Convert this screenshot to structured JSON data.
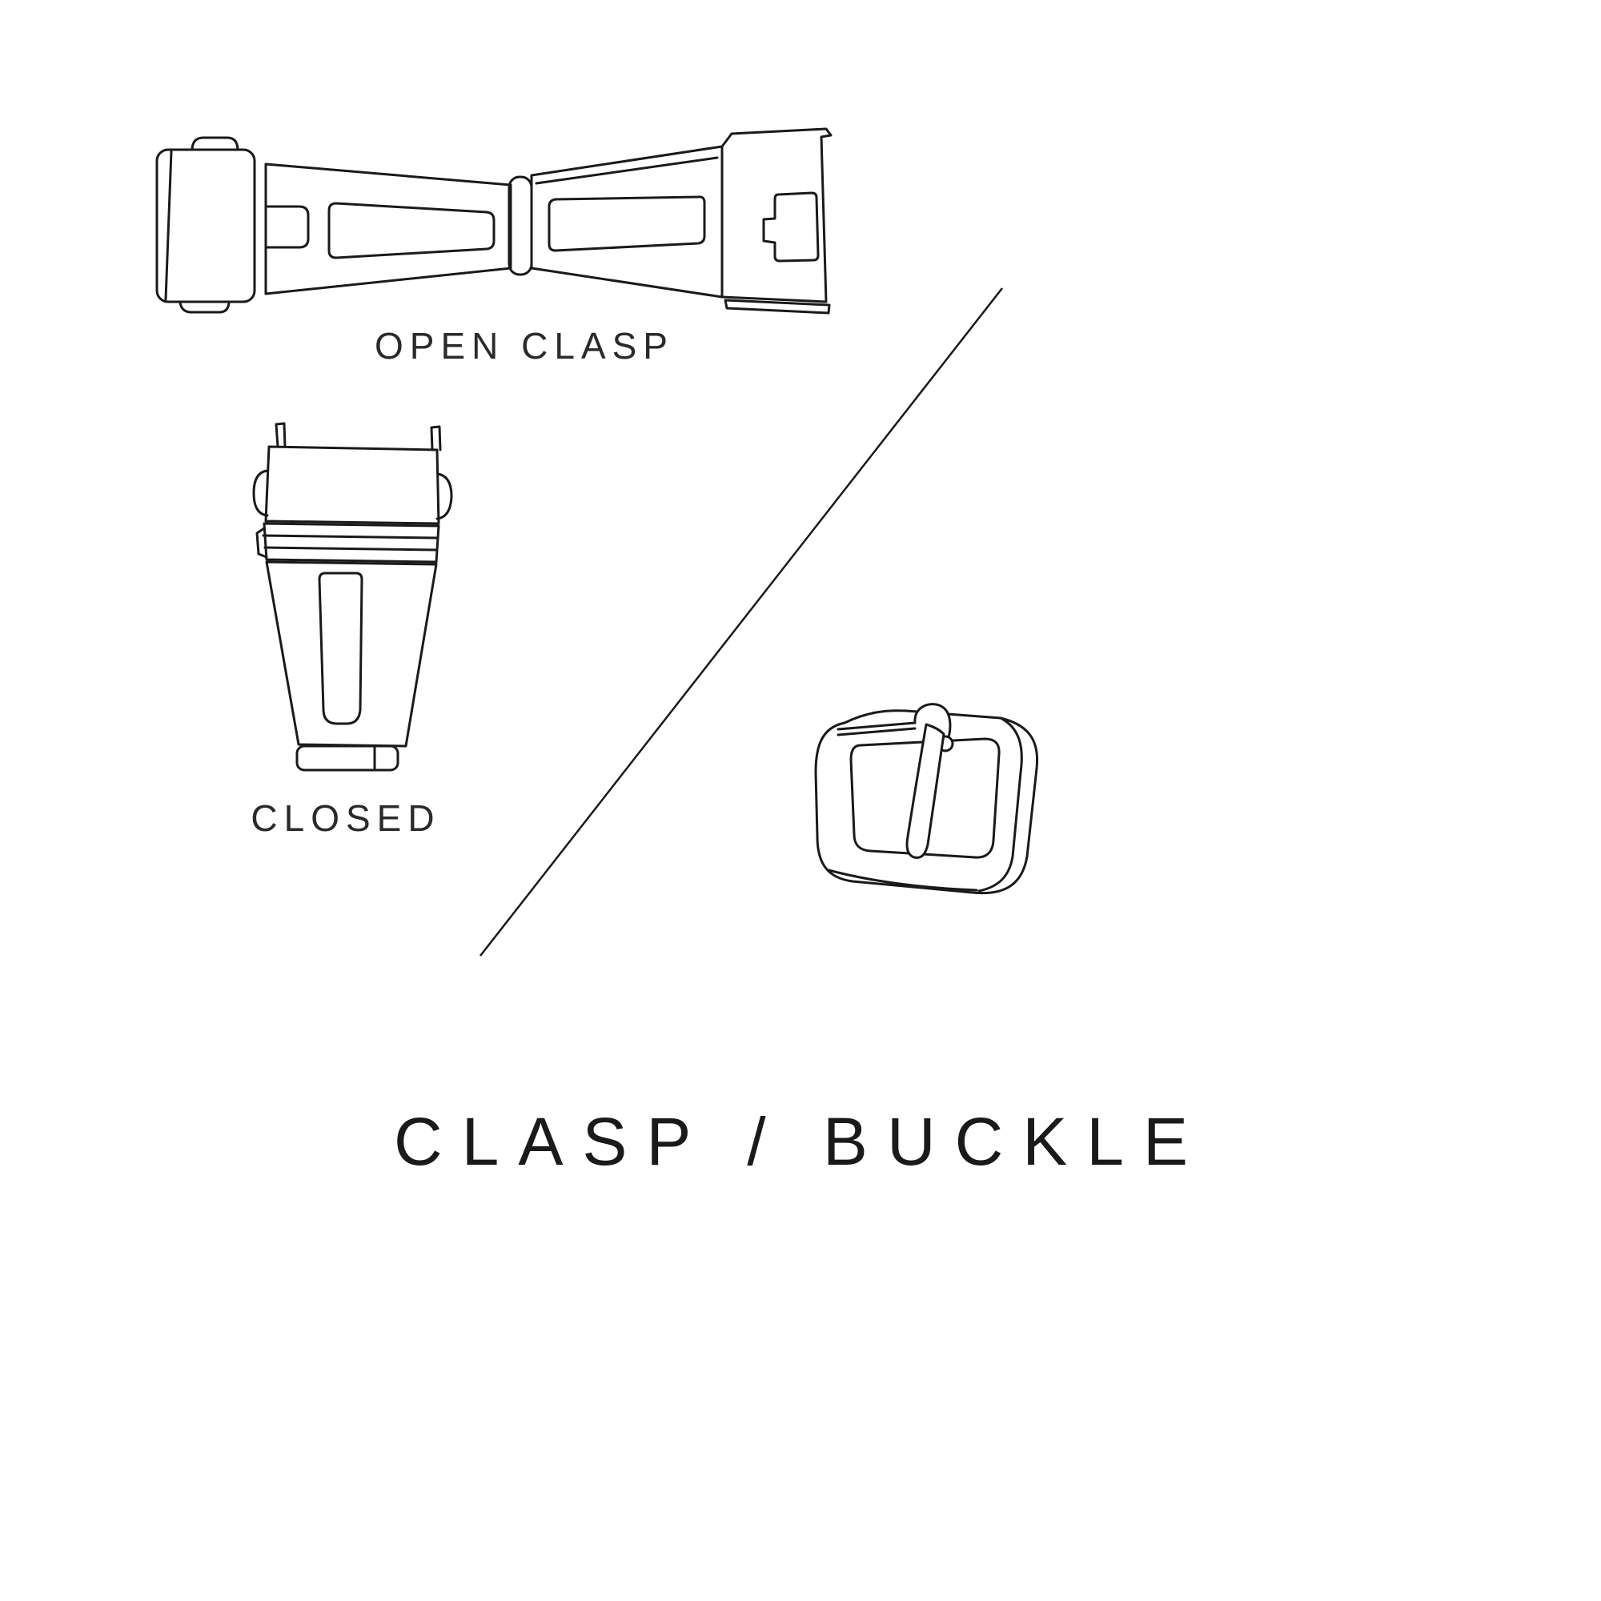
{
  "page": {
    "background": "#ffffff"
  },
  "diagram": {
    "title": "CLASP / BUCKLE",
    "labels": {
      "open_clasp": "OPEN CLASP",
      "closed": "CLOSED"
    },
    "illustrations": [
      {
        "name": "open-clasp-line-drawing",
        "description": "butterfly clasp shown opened flat"
      },
      {
        "name": "closed-clasp-line-drawing",
        "description": "clasp shown closed, top view"
      },
      {
        "name": "pin-buckle-line-drawing",
        "description": "tang pin buckle in perspective"
      },
      {
        "name": "diagonal-divider-line",
        "description": "thin diagonal separator between clasp and buckle examples"
      }
    ],
    "colors": {
      "line": "#1a1a1a",
      "text": "#1f1f1f",
      "background": "#ffffff"
    }
  }
}
